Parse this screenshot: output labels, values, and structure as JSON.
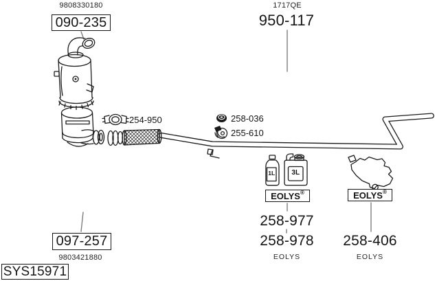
{
  "header": {
    "left_oem": "9808330180",
    "left_part": "090-235",
    "right_code": "1717QE",
    "right_part": "950-117"
  },
  "pipe_parts": {
    "clamp": "254-950",
    "nut": "258-036",
    "mount": "255-610"
  },
  "converter": {
    "part": "097-257",
    "oem": "9803421880"
  },
  "additives": {
    "brand": "EOLYS",
    "reg": "®",
    "left": {
      "bottle_small": "1L",
      "bottle_large": "3L",
      "part_top": "258-977",
      "part_bottom": "258-978",
      "note": "EOLYS"
    },
    "right": {
      "part": "258-406",
      "note": "EOLYS"
    }
  },
  "system": {
    "code": "SYS15971"
  },
  "colors": {
    "ink": "#1a1a1a",
    "leader": "#7d7d7d",
    "background": "#ffffff"
  }
}
